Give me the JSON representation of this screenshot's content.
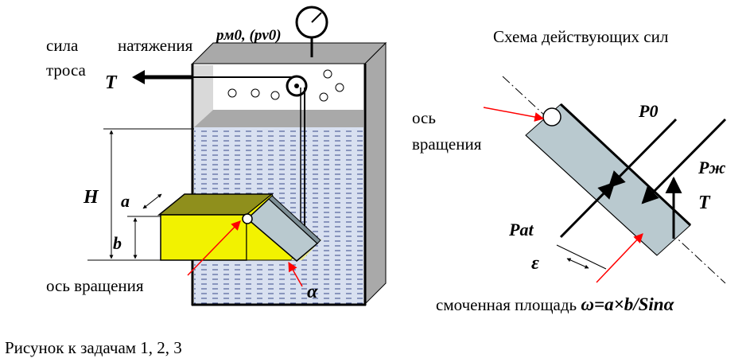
{
  "left": {
    "rope_force_line1_a": "сила",
    "rope_force_line1_b": "натяжения",
    "rope_force_line2": "троса",
    "T": "T",
    "pressure": "pм0,  (pv0)",
    "H": "H",
    "a": "a",
    "b": "b",
    "axis_label": "ось вращения",
    "alpha": "α"
  },
  "right": {
    "title": "Схема действующих сил",
    "axis_line1": "ось",
    "axis_line2": "вращения",
    "P0": "P0",
    "Pzh": "Pж",
    "T": "T",
    "Pat": "Pat",
    "eps": "ε",
    "wetted_area_label": "смоченная площадь ",
    "formula": "ω=a×b/Sinα"
  },
  "caption": "Рисунок к задачам 1, 2, 3",
  "colors": {
    "wall_gray": "#a9a9a9",
    "tank_top": "#d9d9d9",
    "liquid_bg": "#d8e0f0",
    "liquid_dash": "#3a4a8a",
    "box_front": "#f2f200",
    "box_top": "#8f8f1c",
    "plate": "#b9c9cf",
    "arrow_red": "#ff0000"
  }
}
